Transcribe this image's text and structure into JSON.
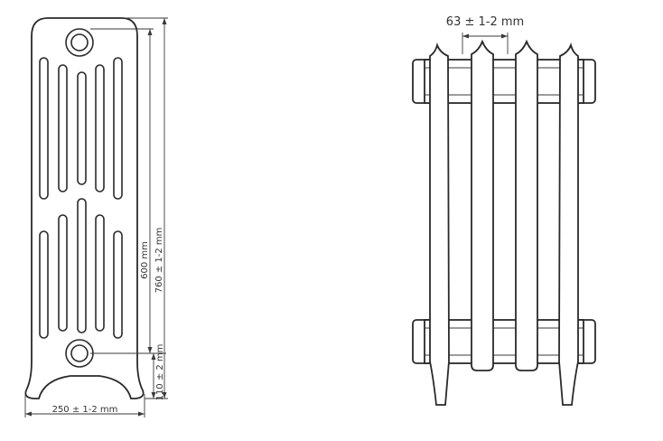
{
  "front_view": {
    "dim_width": "250 ± 1-2 mm",
    "dim_axis_distance": "600 mm",
    "dim_height": "760 ± 1-2 mm",
    "dim_bottom": "110 ± 2 mm"
  },
  "side_view": {
    "dim_section_pitch": "63 ± 1-2 mm"
  },
  "colors": {
    "line": "#2a2a2a",
    "background": "#ffffff"
  }
}
